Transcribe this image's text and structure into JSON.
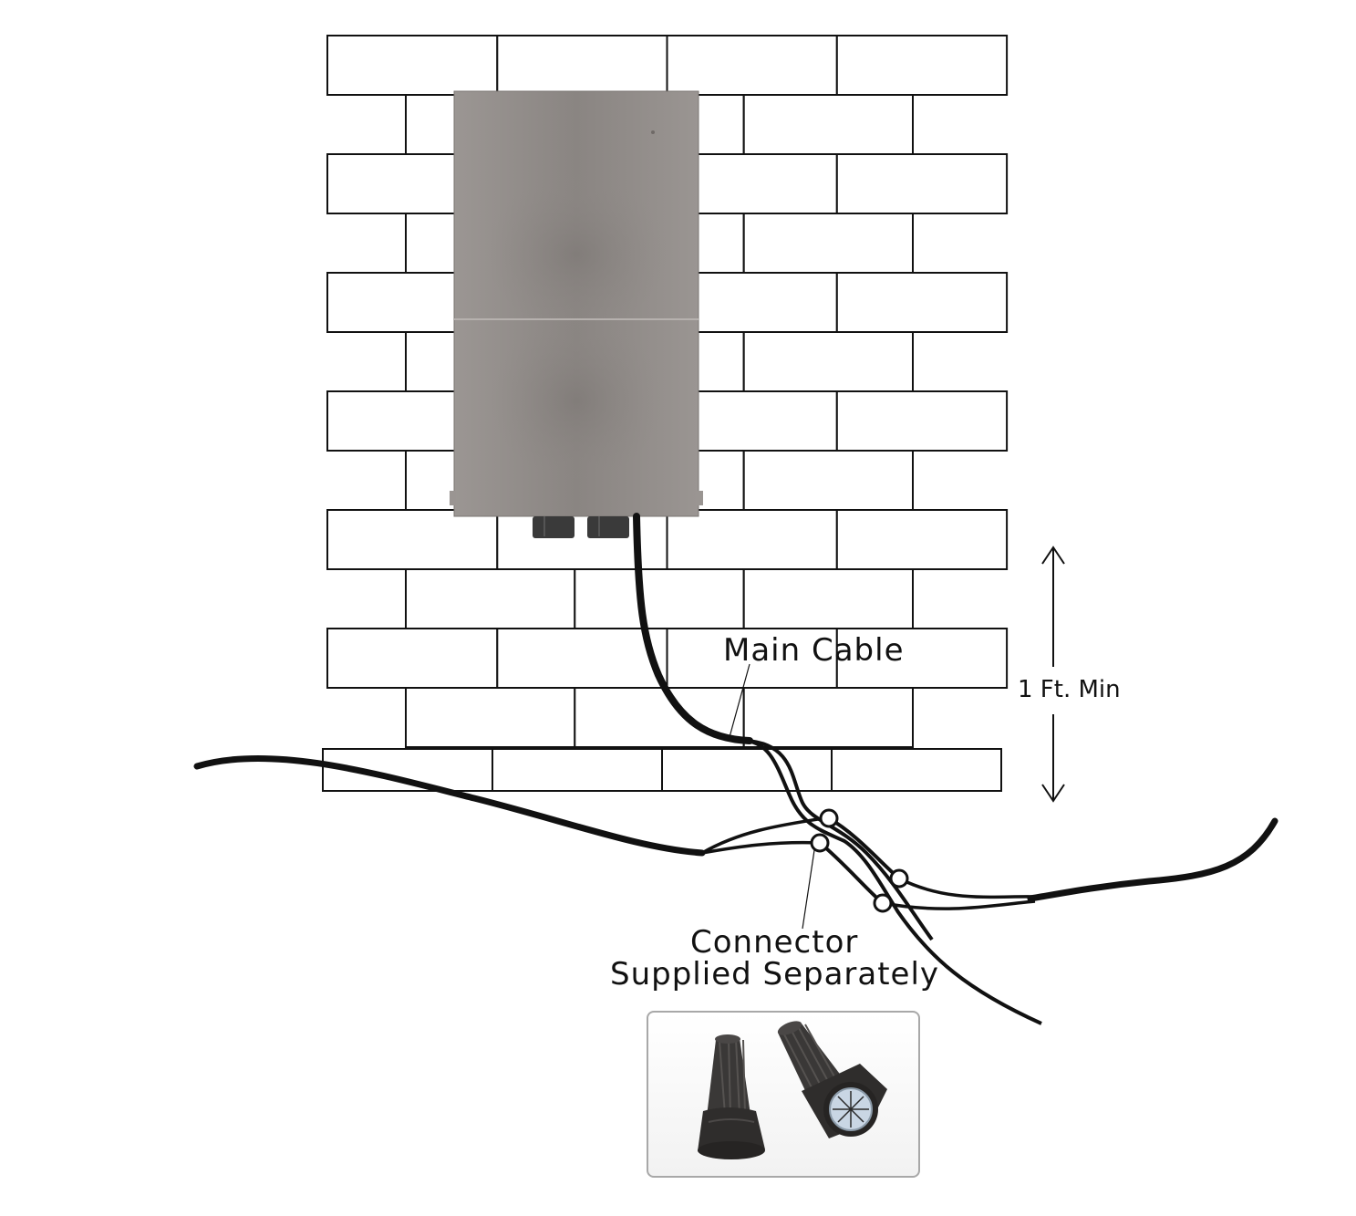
{
  "labels": {
    "main_cable": "Main Cable",
    "clearance": "1 Ft. Min",
    "connector_line1": "Connector",
    "connector_line2": "Supplied Separately"
  },
  "icons": {
    "transformer": "transformer-box-icon",
    "wire_connector": "wire-nut-connector-icon",
    "splice_point": "splice-circle-icon"
  },
  "colors": {
    "brick_stroke": "#111111",
    "cable": "#111111",
    "box_body": "#8f8a87",
    "connector_cap": "#2f2d2c",
    "connector_insert": "#c9d6e4"
  }
}
